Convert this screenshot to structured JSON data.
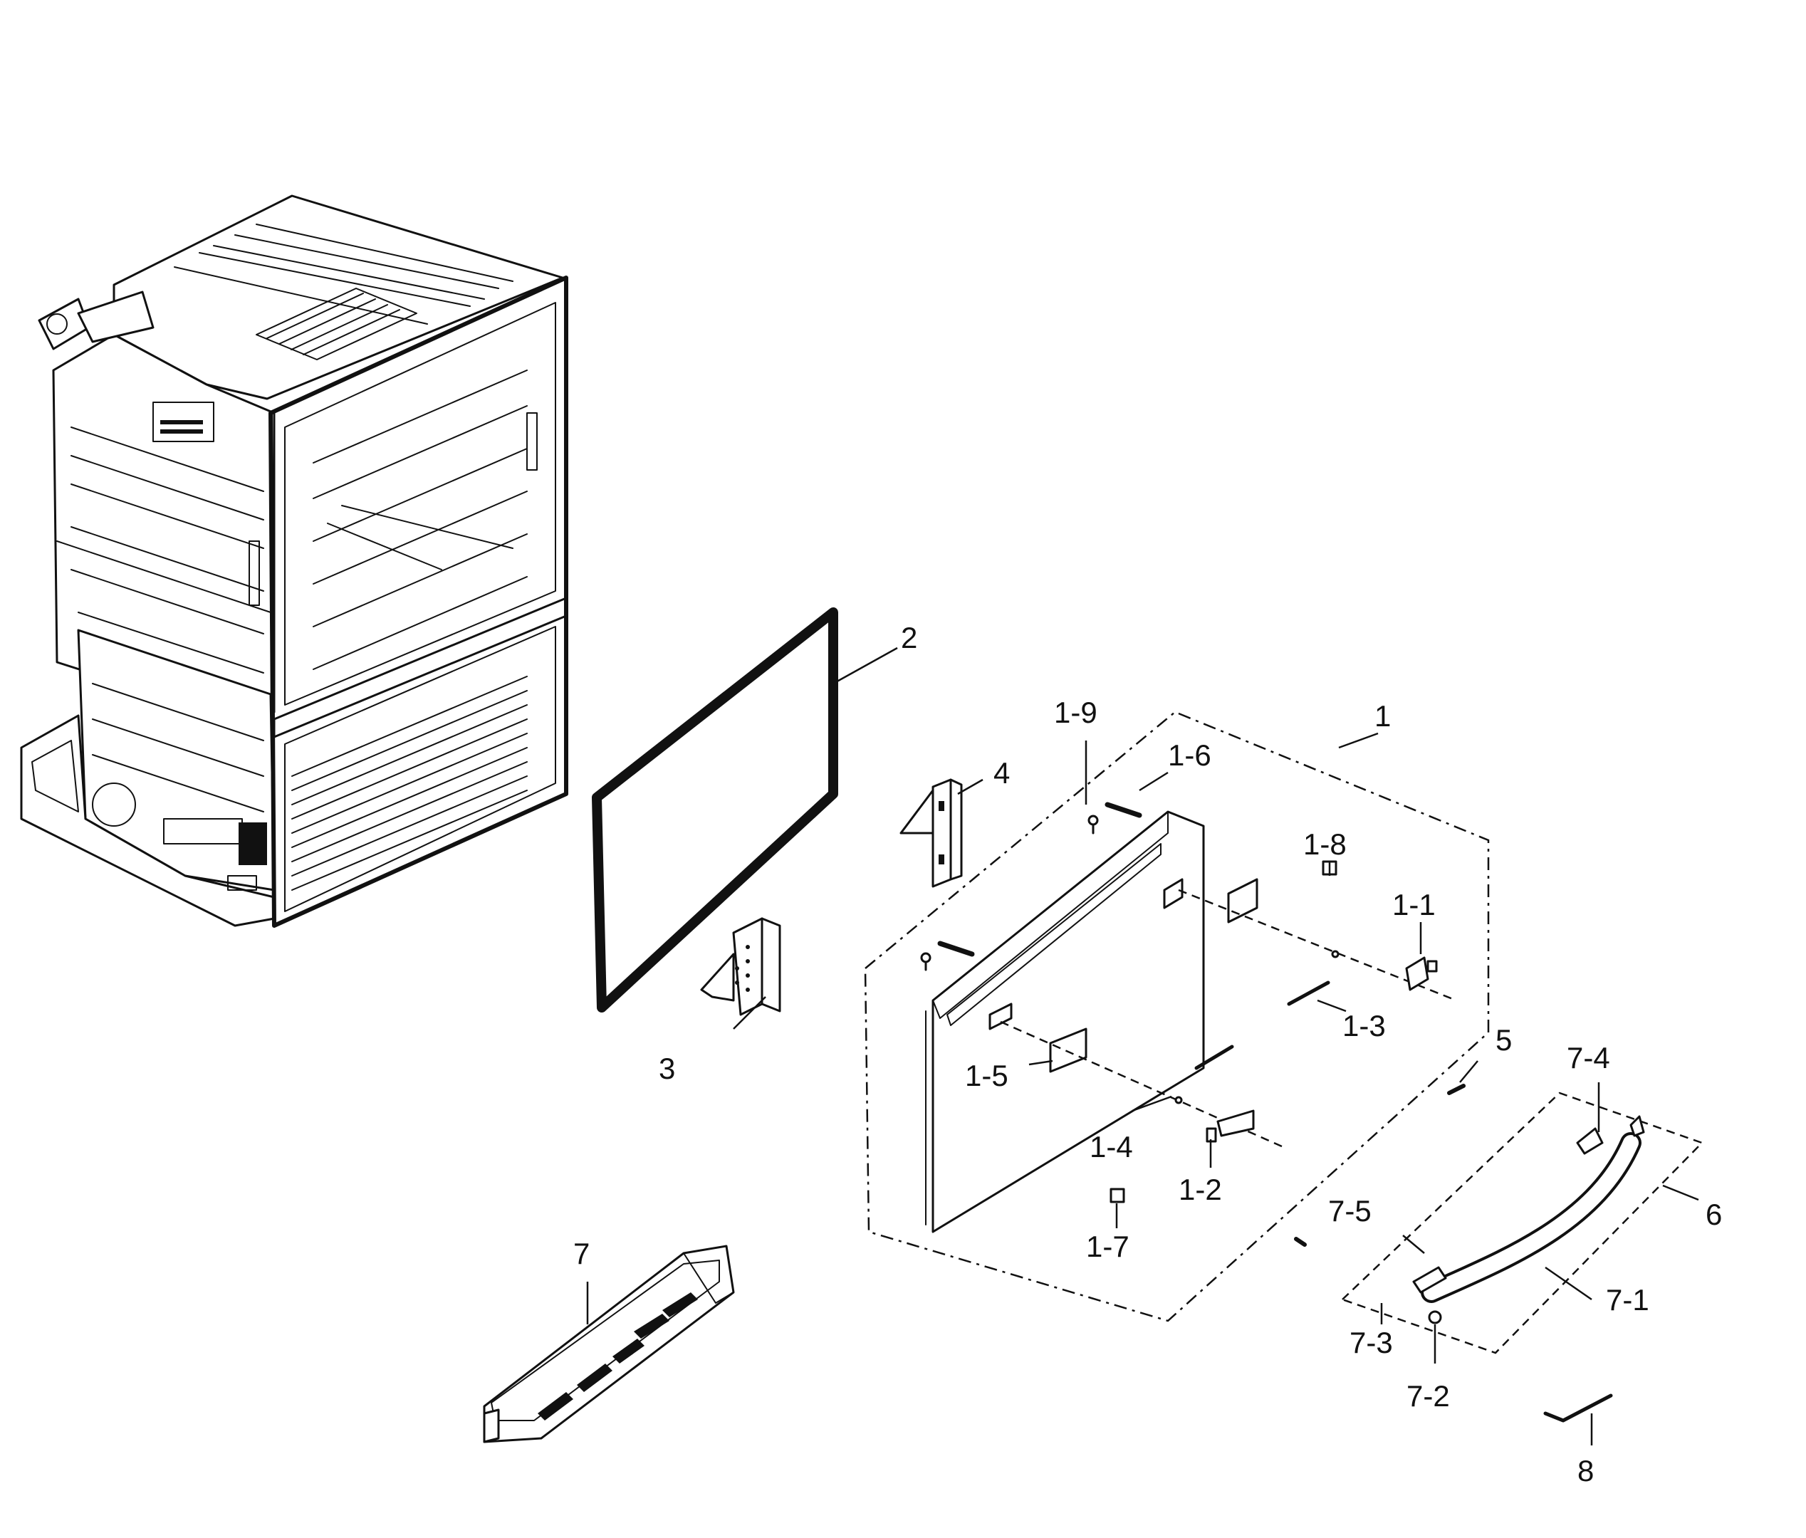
{
  "callouts": [
    {
      "id": "1",
      "label": "1"
    },
    {
      "id": "1-1",
      "label": "1-1"
    },
    {
      "id": "1-2",
      "label": "1-2"
    },
    {
      "id": "1-3",
      "label": "1-3"
    },
    {
      "id": "1-4",
      "label": "1-4"
    },
    {
      "id": "1-5",
      "label": "1-5"
    },
    {
      "id": "1-6",
      "label": "1-6"
    },
    {
      "id": "1-7",
      "label": "1-7"
    },
    {
      "id": "1-8",
      "label": "1-8"
    },
    {
      "id": "1-9",
      "label": "1-9"
    },
    {
      "id": "2",
      "label": "2"
    },
    {
      "id": "3",
      "label": "3"
    },
    {
      "id": "4",
      "label": "4"
    },
    {
      "id": "5",
      "label": "5"
    },
    {
      "id": "6",
      "label": "6"
    },
    {
      "id": "7",
      "label": "7"
    },
    {
      "id": "7-1",
      "label": "7-1"
    },
    {
      "id": "7-2",
      "label": "7-2"
    },
    {
      "id": "7-3",
      "label": "7-3"
    },
    {
      "id": "7-4",
      "label": "7-4"
    },
    {
      "id": "7-5",
      "label": "7-5"
    },
    {
      "id": "8",
      "label": "8"
    }
  ]
}
